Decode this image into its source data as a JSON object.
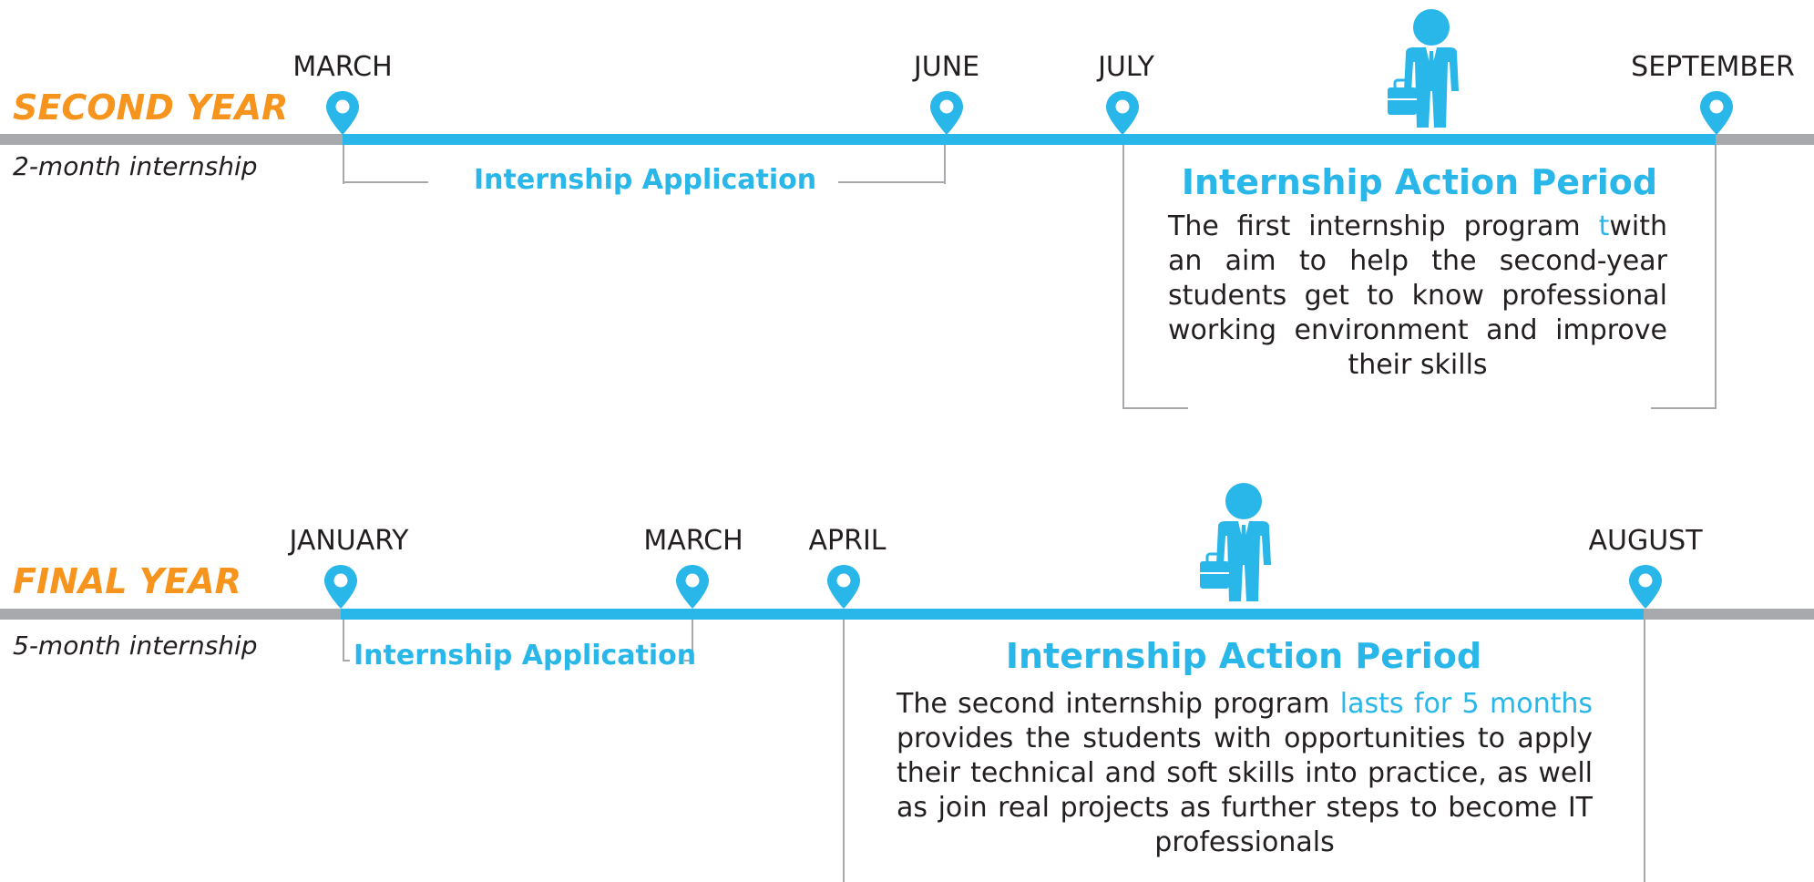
{
  "colors": {
    "accent": "#29b6e8",
    "year": "#f7941d",
    "track": "#a7a9ac",
    "text": "#231f20"
  },
  "timelines": [
    {
      "year": "SECOND YEAR",
      "duration": "2-month internship",
      "months": [
        "MARCH",
        "JUNE",
        "JULY",
        "SEPTEMBER"
      ],
      "application_label": "Internship Application",
      "action_title": "Internship Action Period",
      "description": {
        "text_a": "The first internship program ",
        "highlight": "t",
        "text_b": "with an aim to help the second-year students get to know professional working environment and improve their skills"
      },
      "icon": "businessman-icon"
    },
    {
      "year": "FINAL YEAR",
      "duration": "5-month internship",
      "months": [
        "JANUARY",
        "MARCH",
        "APRIL",
        "AUGUST"
      ],
      "application_label": "Internship Application",
      "action_title": "Internship Action Period",
      "description": {
        "text_a": "The second internship program ",
        "highlight": "lasts for 5 months",
        "text_b": " provides the students with opportunities to apply their technical and soft skills into practice, as well as join real projects as further steps to become IT professionals"
      },
      "icon": "businessman-icon"
    }
  ]
}
